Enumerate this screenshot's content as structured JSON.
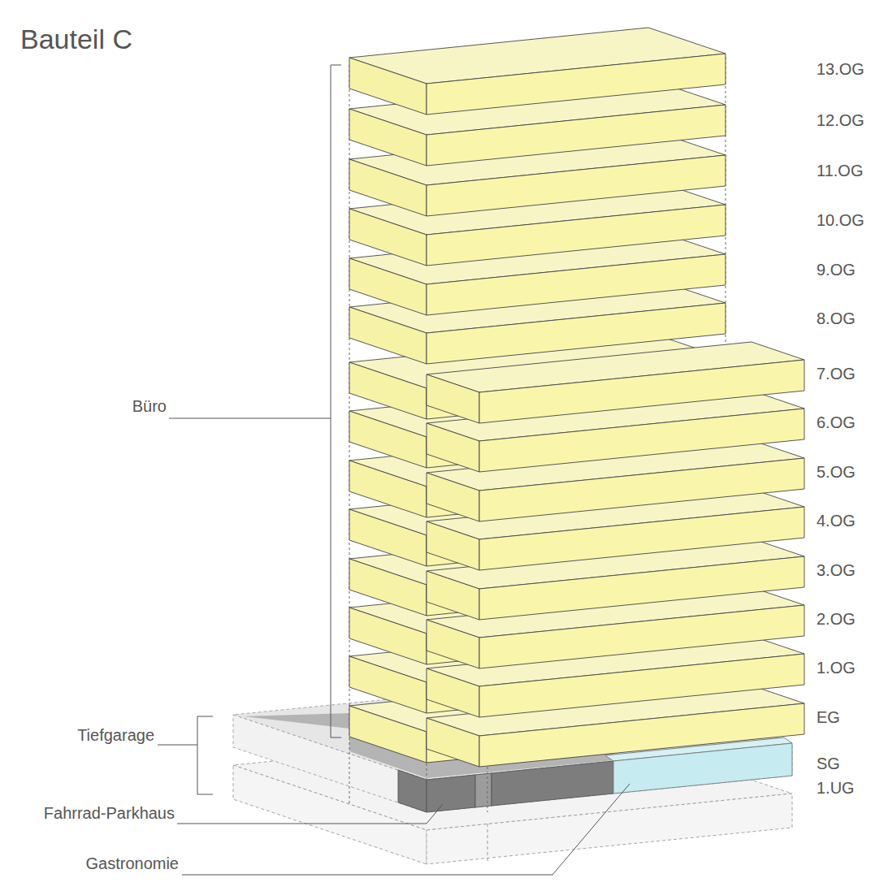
{
  "diagram": {
    "title": "Bauteil C",
    "labels": [
      "13.OG",
      "12.OG",
      "11.OG",
      "10.OG",
      "9.OG",
      "8.OG",
      "7.OG",
      "6.OG",
      "5.OG",
      "4.OG",
      "3.OG",
      "2.OG",
      "1.OG",
      "EG",
      "SG",
      "1.UG",
      "Büro",
      "Tiefgarage",
      "Fahrrad-Parkhaus",
      "Gastronomie"
    ]
  }
}
